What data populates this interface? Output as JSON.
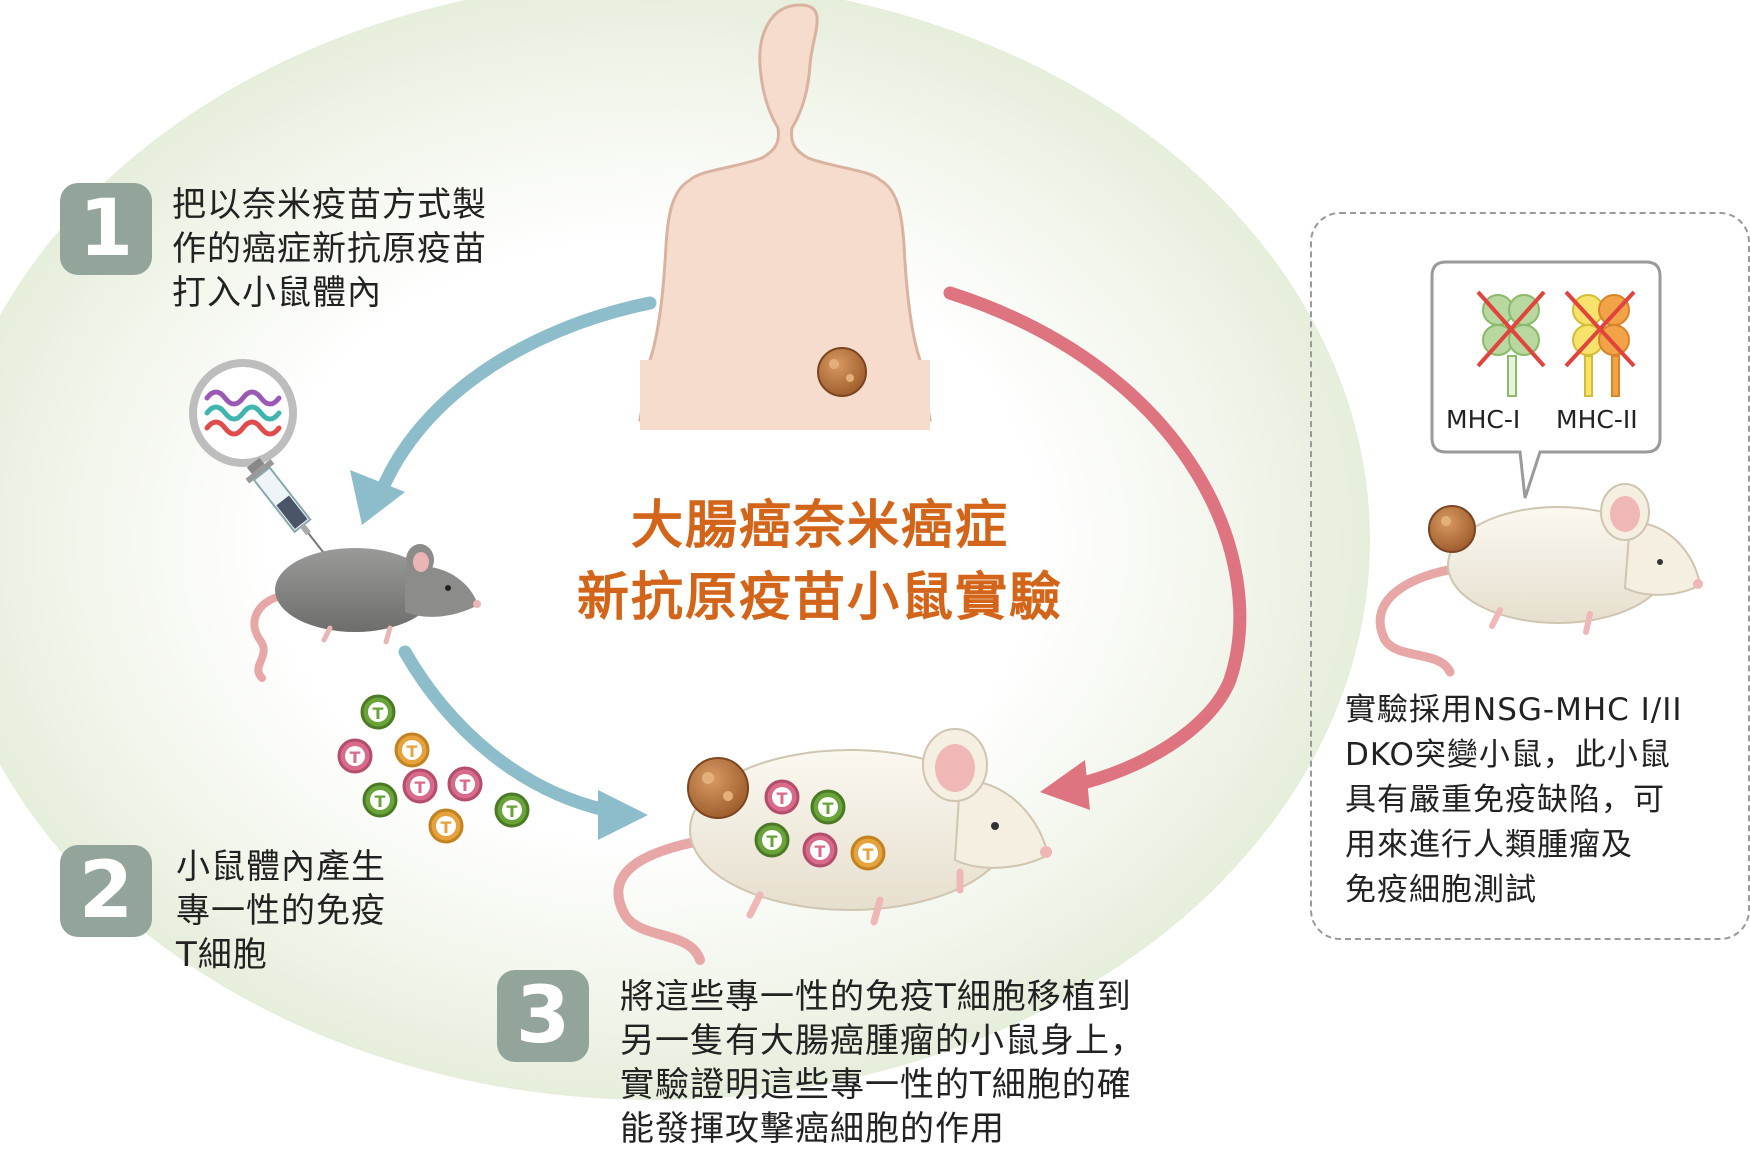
{
  "title": {
    "line1": "大腸癌奈米癌症",
    "line2": "新抗原疫苗小鼠實驗"
  },
  "steps": [
    {
      "number": "1",
      "text": "把以奈米疫苗方式製\n作的癌症新抗原疫苗\n打入小鼠體內"
    },
    {
      "number": "2",
      "text": "小鼠體內產生\n專一性的免疫\nT細胞"
    },
    {
      "number": "3",
      "text": "將這些專一性的免疫T細胞移植到\n另一隻有大腸癌腫瘤的小鼠身上，\n實驗證明這些專一性的T細胞的確\n能發揮攻擊癌細胞的作用"
    }
  ],
  "info": {
    "text": "實驗採用NSG-MHC I/II\nDKO突變小鼠，此小鼠\n具有嚴重免疫缺陷，可\n用來進行人類腫瘤及\n免疫細胞測試",
    "mhc1_label": "MHC-I",
    "mhc2_label": "MHC-II"
  },
  "tcell_letter": "T",
  "colors": {
    "title": "#d3651a",
    "badge": "#93a49a",
    "arrow_blue": "#8dbccb",
    "arrow_red": "#de7480",
    "tcell_green": "#6aa33a",
    "tcell_pink": "#d86a8a",
    "tcell_orange": "#e6a23c"
  }
}
